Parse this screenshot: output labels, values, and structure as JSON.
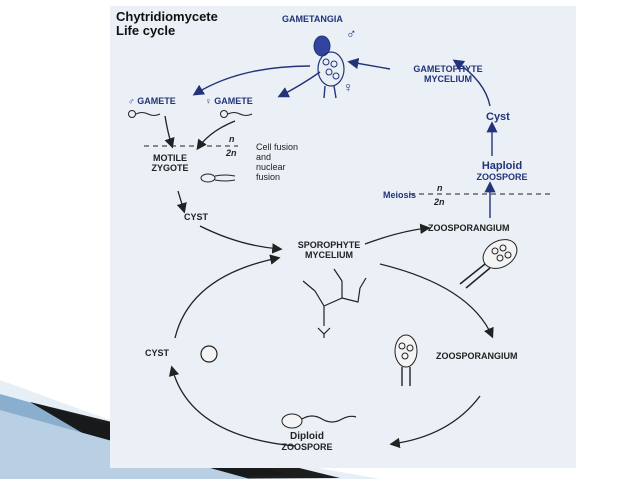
{
  "title": {
    "line1": "Chytridiomycete",
    "line2": "Life cycle"
  },
  "labels": {
    "gametangia": "GAMETANGIA",
    "male_symbol": "♂",
    "female_symbol": "♀",
    "gametophyte": [
      "GAMETOPHYTE",
      "MYCELIUM"
    ],
    "gamete_male": "♂ GAMETE",
    "gamete_female": "♀ GAMETE",
    "ploidy_n": "n",
    "ploidy_2n": "2n",
    "motile_zygote": [
      "MOTILE",
      "ZYGOTE"
    ],
    "cell_fusion": [
      "Cell fusion",
      "and",
      "nuclear",
      "fusion"
    ],
    "cyst_top": "CYST",
    "cyst_right": "Cyst",
    "haploid": "Haploid",
    "zoospore_haploid": "ZOOSPORE",
    "meiosis": "Meiosis",
    "zoosporangium_top": "ZOOSPORANGIUM",
    "sporophyte": [
      "SPOROPHYTE",
      "MYCELIUM"
    ],
    "cyst_left": "CYST",
    "zoosporangium_right": "ZOOSPORANGIUM",
    "diploid": "Diploid",
    "zoospore_diploid": "ZOOSPORE"
  },
  "colors": {
    "accent": "#23337a",
    "panel": "#eaf0f5",
    "ink": "#222222"
  }
}
